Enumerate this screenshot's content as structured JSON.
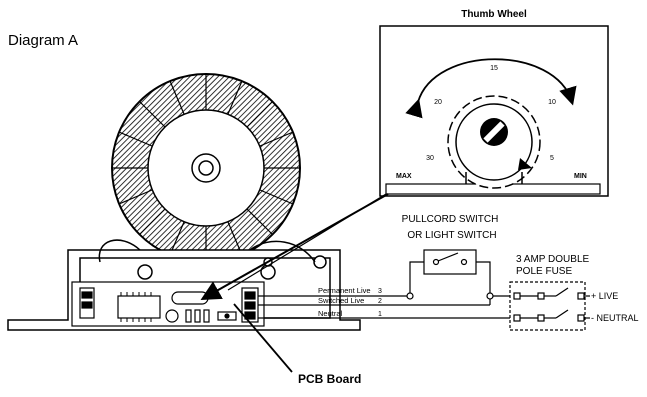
{
  "diagram_title": "Diagram A",
  "thumb_wheel": {
    "title": "Thumb Wheel",
    "scale": [
      "15",
      "20",
      "10",
      "30",
      "5"
    ],
    "max_label": "MAX",
    "min_label": "MIN"
  },
  "switch_label_1": "PULLCORD SWITCH",
  "switch_label_2": "OR LIGHT SWITCH",
  "fuse_label_1": "3 AMP DOUBLE",
  "fuse_label_2": "POLE FUSE",
  "terminals": {
    "live": "+ LIVE",
    "neutral": "- NEUTRAL"
  },
  "wires": [
    {
      "label": "Permanent Live",
      "number": "3"
    },
    {
      "label": "Switched Live",
      "number": "2"
    },
    {
      "label": "Neutral",
      "number": "1"
    }
  ],
  "pcb_label": "PCB Board"
}
